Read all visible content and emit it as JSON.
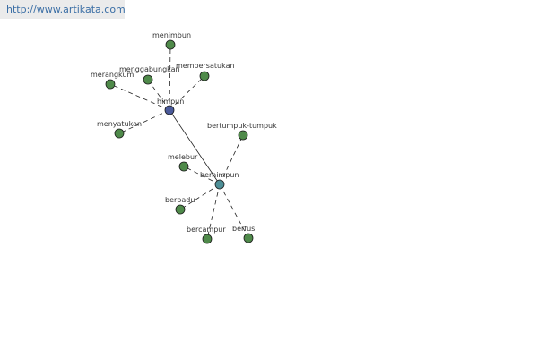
{
  "watermark": {
    "text": "http://www.artikata.com"
  },
  "colors": {
    "hub": "#4a5a9a",
    "hub2": "#4e8f97",
    "leaf": "#4f8a4a",
    "edge": "#222222",
    "label": "#333333"
  },
  "graph": {
    "nodes": [
      {
        "id": "himpun",
        "label": "himpun",
        "kind": "hub"
      },
      {
        "id": "berhimpun",
        "label": "berhimpun",
        "kind": "hub2"
      },
      {
        "id": "menimbun",
        "label": "menimbun",
        "kind": "leaf"
      },
      {
        "id": "menggabungkan",
        "label": "menggabungkan",
        "kind": "leaf"
      },
      {
        "id": "mempersatukan",
        "label": "mempersatukan",
        "kind": "leaf"
      },
      {
        "id": "merangkum",
        "label": "merangkum",
        "kind": "leaf"
      },
      {
        "id": "menyatukan",
        "label": "menyatukan",
        "kind": "leaf"
      },
      {
        "id": "bertumpuk-tumpuk",
        "label": "bertumpuk-tumpuk",
        "kind": "leaf"
      },
      {
        "id": "melebur",
        "label": "melebur",
        "kind": "leaf"
      },
      {
        "id": "berpadu",
        "label": "berpadu",
        "kind": "leaf"
      },
      {
        "id": "bercampur",
        "label": "bercampur",
        "kind": "leaf"
      },
      {
        "id": "berfusi",
        "label": "berfusi",
        "kind": "leaf"
      }
    ],
    "edges": [
      {
        "from": "himpun",
        "to": "berhimpun",
        "style": "solid"
      },
      {
        "from": "himpun",
        "to": "menimbun",
        "style": "dashed"
      },
      {
        "from": "himpun",
        "to": "menggabungkan",
        "style": "dashed"
      },
      {
        "from": "himpun",
        "to": "mempersatukan",
        "style": "dashed"
      },
      {
        "from": "himpun",
        "to": "merangkum",
        "style": "dashed"
      },
      {
        "from": "himpun",
        "to": "menyatukan",
        "style": "dashed"
      },
      {
        "from": "berhimpun",
        "to": "bertumpuk-tumpuk",
        "style": "dashed"
      },
      {
        "from": "berhimpun",
        "to": "melebur",
        "style": "dashed"
      },
      {
        "from": "berhimpun",
        "to": "berpadu",
        "style": "dashed"
      },
      {
        "from": "berhimpun",
        "to": "bercampur",
        "style": "dashed"
      },
      {
        "from": "berhimpun",
        "to": "berfusi",
        "style": "dashed"
      }
    ]
  }
}
